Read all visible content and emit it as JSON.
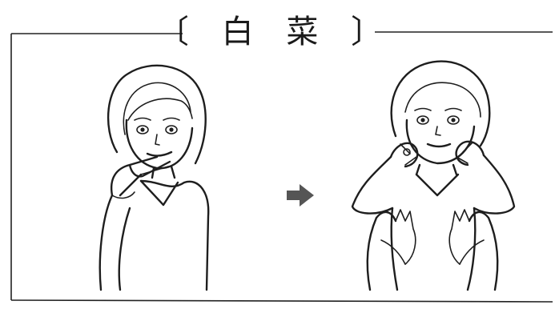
{
  "title": "〔 白 菜 〕",
  "colors": {
    "ink": "#1e1e1e",
    "arrow": "#555555",
    "background": "#ffffff"
  },
  "figures": [
    {
      "name": "woman-pointing-to-mouth",
      "icon": "sign-step-1"
    },
    {
      "name": "woman-hands-at-cheeks",
      "icon": "sign-step-2"
    }
  ],
  "arrow_icon": "right-arrow-icon"
}
